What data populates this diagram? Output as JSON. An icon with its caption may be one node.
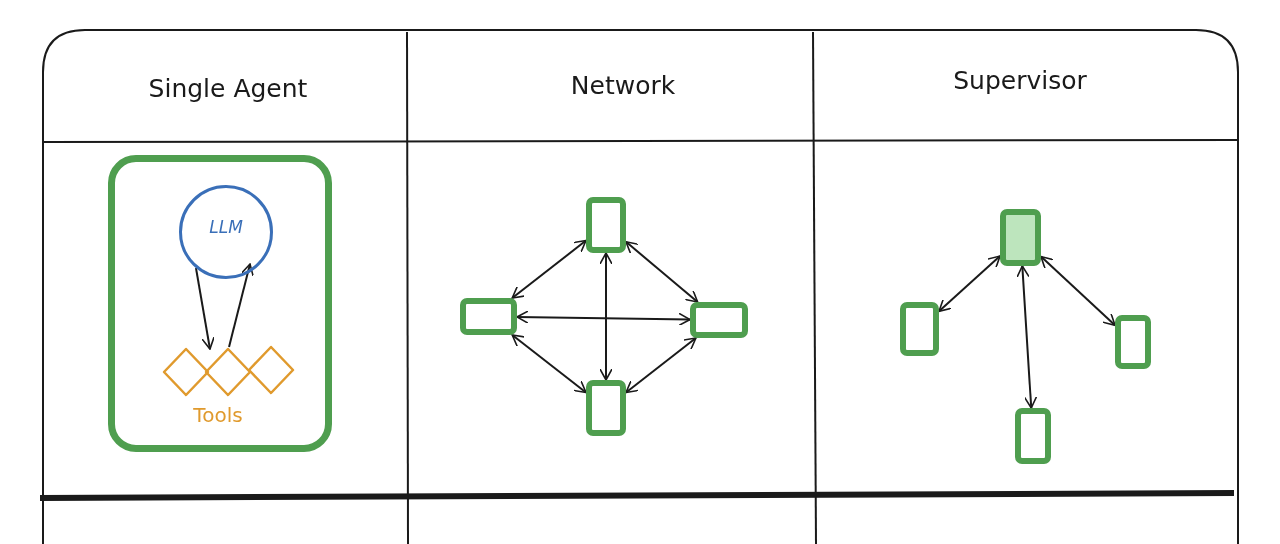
{
  "diagram": {
    "nodes": [
      {
        "text": [],
        "shape": "box"
      },
      {
        "text": [
          "LLM"
        ],
        "in": 0
      },
      {
        "text": [],
        "shape": "diamond",
        "in": 0
      },
      {
        "text": [],
        "shape": "diamond",
        "in": 0
      },
      {
        "text": [],
        "shape": "diamond",
        "in": 0
      },
      {
        "text": [],
        "shape": "box"
      },
      {
        "text": [],
        "shape": "box"
      },
      {
        "text": [],
        "shape": "box"
      },
      {
        "text": [],
        "shape": "box"
      },
      {
        "text": [],
        "shape": "box"
      },
      {
        "text": [],
        "shape": "box"
      },
      {
        "text": [],
        "shape": "box"
      },
      {
        "text": [],
        "shape": "box"
      }
    ],
    "edges": [
      {
        "from": 1,
        "to": 3,
        "arrow": "to"
      },
      {
        "from": 3,
        "to": 1,
        "arrow": "to"
      },
      {
        "from": 5,
        "to": 6,
        "arrow": "both"
      },
      {
        "from": 5,
        "to": 7,
        "arrow": "both"
      },
      {
        "from": 6,
        "to": 7,
        "arrow": "both"
      },
      {
        "from": 5,
        "to": 8,
        "arrow": "both"
      },
      {
        "from": 6,
        "to": 8,
        "arrow": "both"
      },
      {
        "from": 7,
        "to": 8,
        "arrow": "both"
      },
      {
        "from": 9,
        "to": 10,
        "arrow": "both"
      },
      {
        "from": 9,
        "to": 11,
        "arrow": "both"
      },
      {
        "from": 9,
        "to": 12,
        "arrow": "both"
      }
    ],
    "labels": [
      "Single Agent",
      "Network",
      "Supervisor",
      "Tools"
    ]
  }
}
